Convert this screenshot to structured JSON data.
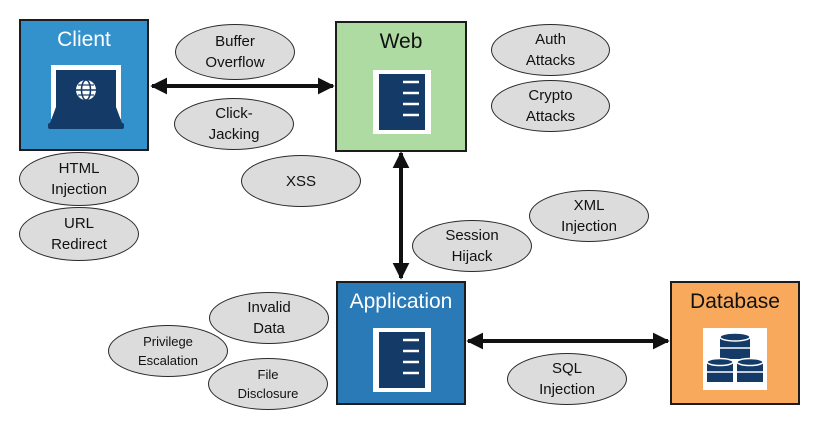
{
  "colors": {
    "client": "#3391cc",
    "web": "#aedba1",
    "application": "#2b7ab8",
    "database": "#f8a95b",
    "ellipse": "#dcdcdc",
    "icon_dark": "#143a68"
  },
  "nodes": {
    "client": {
      "label": "Client",
      "icon": "laptop-globe-icon"
    },
    "web": {
      "label": "Web",
      "icon": "server-icon"
    },
    "application": {
      "label": "Application",
      "icon": "server-icon"
    },
    "database": {
      "label": "Database",
      "icon": "database-icon"
    }
  },
  "attacks": {
    "buffer_overflow": [
      "Buffer",
      "Overflow"
    ],
    "click_jacking": [
      "Click-",
      "Jacking"
    ],
    "auth_attacks": [
      "Auth",
      "Attacks"
    ],
    "crypto_attacks": [
      "Crypto",
      "Attacks"
    ],
    "html_injection": [
      "HTML",
      "Injection"
    ],
    "url_redirect": [
      "URL",
      "Redirect"
    ],
    "xss": [
      "XSS"
    ],
    "xml_injection": [
      "XML",
      "Injection"
    ],
    "session_hijack": [
      "Session",
      "Hijack"
    ],
    "invalid_data": [
      "Invalid",
      "Data"
    ],
    "privilege_escalation": [
      "Privilege",
      "Escalation"
    ],
    "file_disclosure": [
      "File",
      "Disclosure"
    ],
    "sql_injection": [
      "SQL",
      "Injection"
    ]
  }
}
